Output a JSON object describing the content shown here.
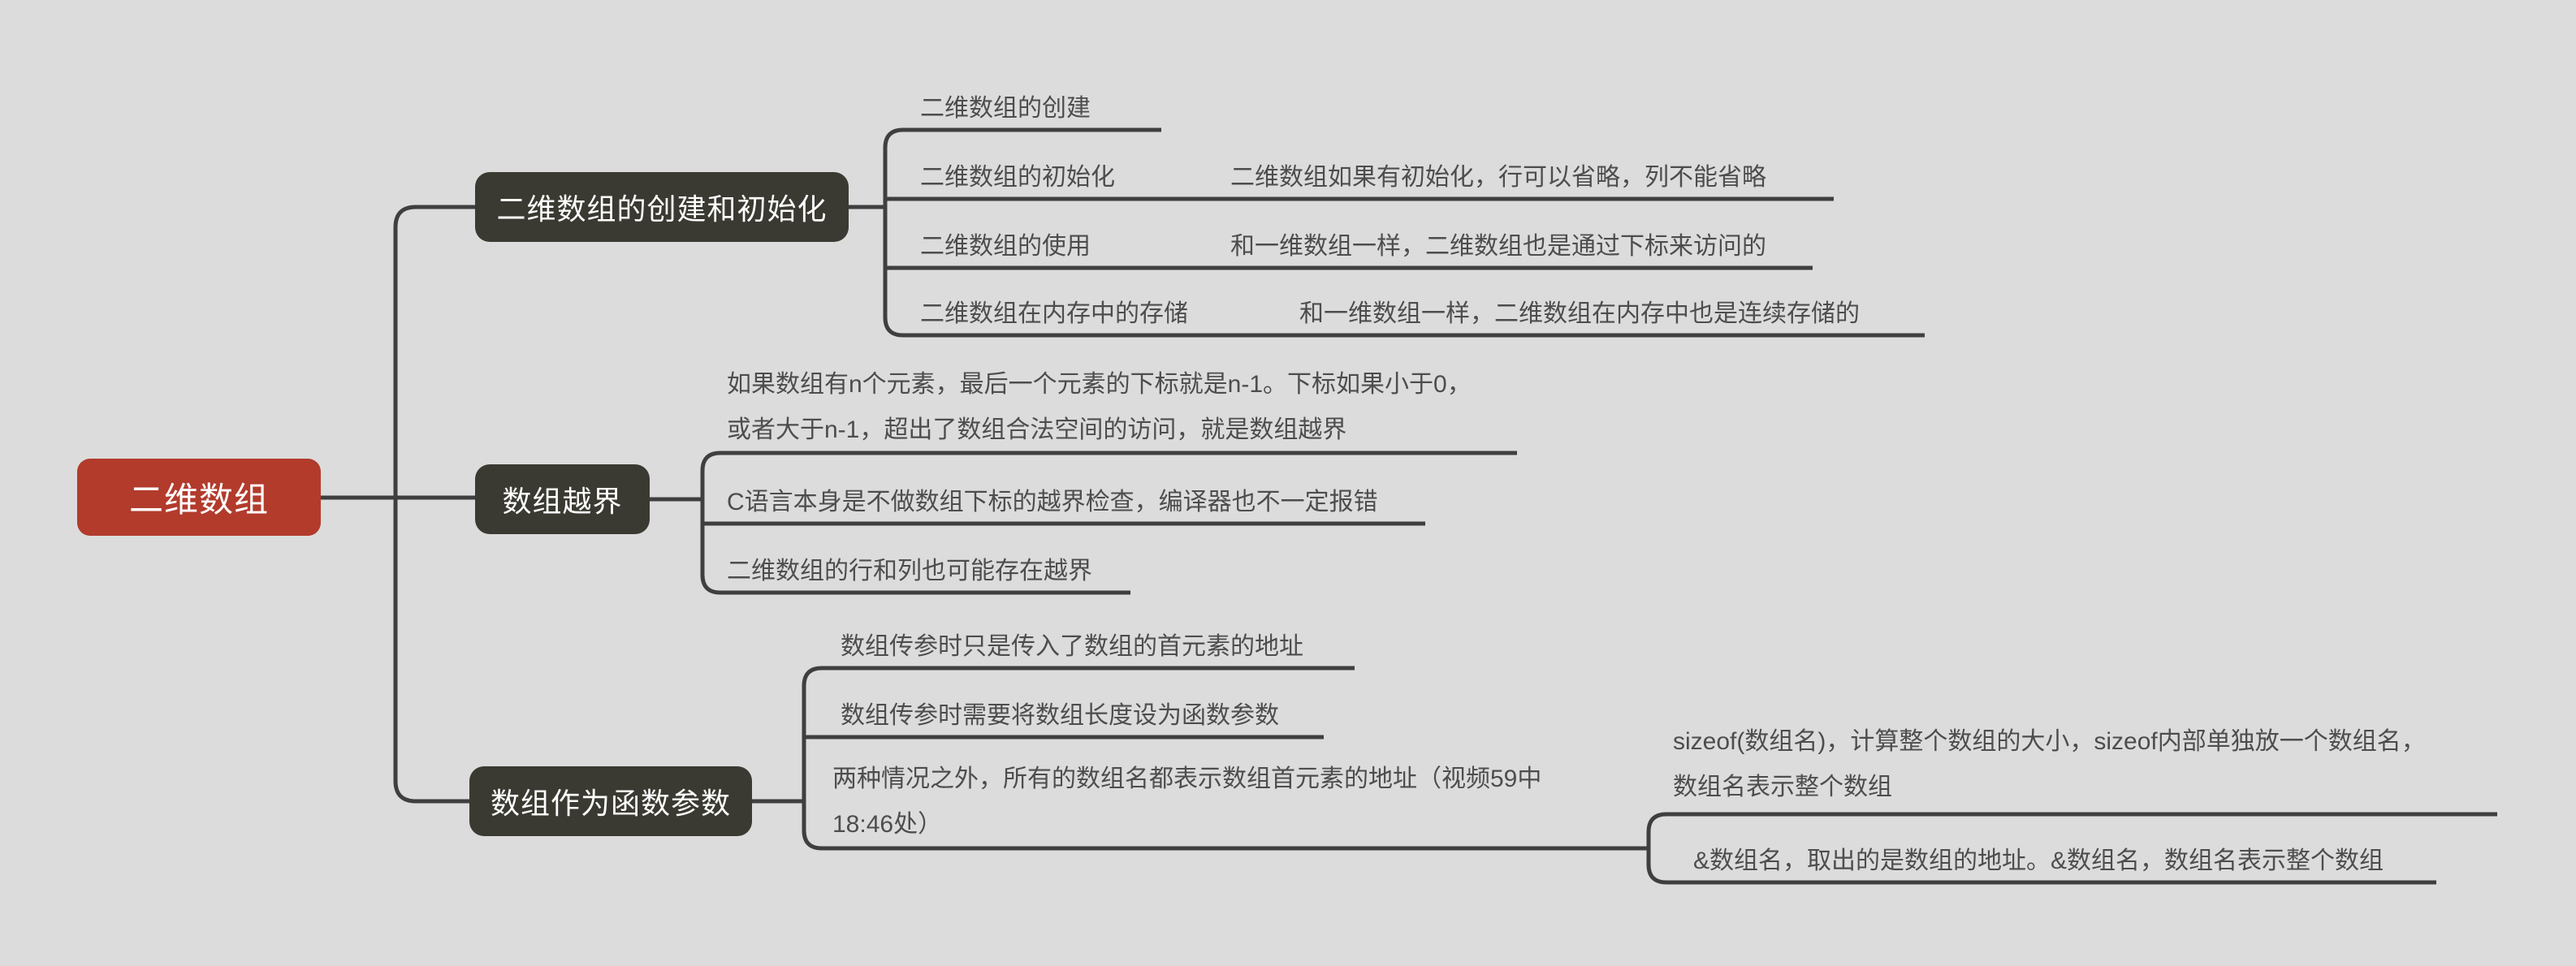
{
  "colors": {
    "canvas_bg": "#dcdcdc",
    "line": "#3f3f3f",
    "root_bg": "#b23b2c",
    "node_bg": "#3a3a32",
    "node_text": "#ffffff",
    "topic_text": "#4d4d4d"
  },
  "root": {
    "label": "二维数组"
  },
  "branches": [
    {
      "label": "二维数组的创建和初始化",
      "topics": [
        {
          "label": "二维数组的创建"
        },
        {
          "label": "二维数组的初始化",
          "note": "二维数组如果有初始化，行可以省略，列不能省略"
        },
        {
          "label": "二维数组的使用",
          "note": "和一维数组一样，二维数组也是通过下标来访问的"
        },
        {
          "label": "二维数组在内存中的存储",
          "note": "和一维数组一样，二维数组在内存中也是连续存储的"
        }
      ]
    },
    {
      "label": "数组越界",
      "topics": [
        {
          "text": "如果数组有n个元素，最后一个元素的下标就是n-1。下标如果小于0，\n或者大于n-1，超出了数组合法空间的访问，就是数组越界"
        },
        {
          "text": "C语言本身是不做数组下标的越界检查，编译器也不一定报错"
        },
        {
          "text": "二维数组的行和列也可能存在越界"
        }
      ]
    },
    {
      "label": "数组作为函数参数",
      "topics": [
        {
          "text": "数组传参时只是传入了数组的首元素的地址"
        },
        {
          "text": "数组传参时需要将数组长度设为函数参数"
        },
        {
          "text": "两种情况之外，所有的数组名都表示数组首元素的地址（视频59中\n18:46处）",
          "children": [
            {
              "text": "sizeof(数组名)，计算整个数组的大小，sizeof内部单独放一个数组名，\n数组名表示整个数组"
            },
            {
              "text": "&数组名，取出的是数组的地址。&数组名，数组名表示整个数组"
            }
          ]
        }
      ]
    }
  ]
}
